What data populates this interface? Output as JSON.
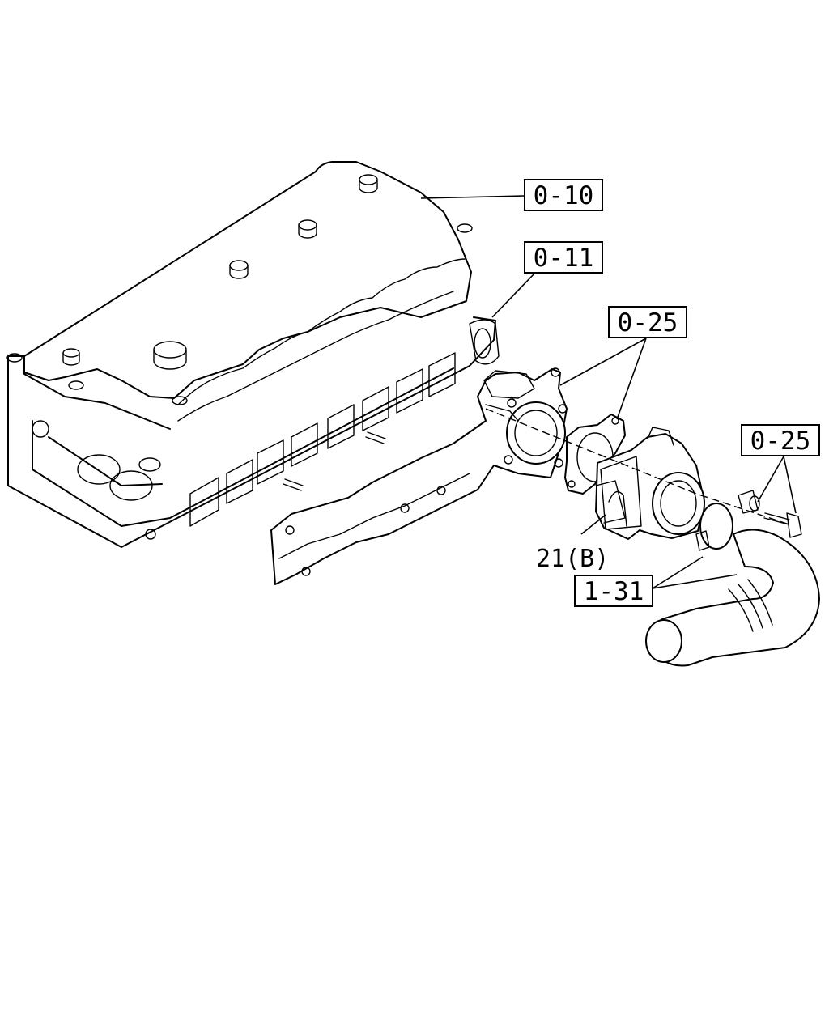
{
  "callouts": {
    "c1": "0-10",
    "c2": "0-11",
    "c3": "0-25",
    "c4": "0-25",
    "c5": "21(B)",
    "c6": "1-31"
  }
}
